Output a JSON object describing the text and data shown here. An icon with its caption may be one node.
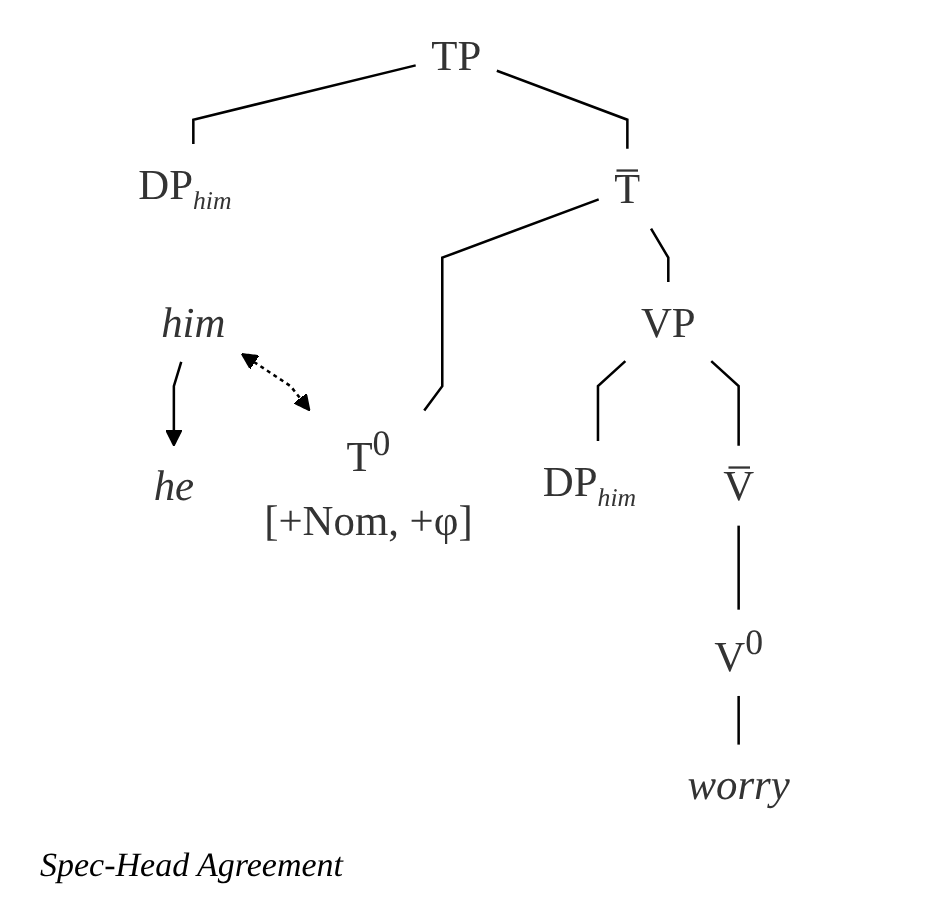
{
  "diagram": {
    "nodes": [
      {
        "text": [
          "TP"
        ]
      },
      {
        "text": [
          "DP$_{him}$"
        ]
      },
      {
        "text": [
          "T̅"
        ]
      },
      {
        "text": [
          "him"
        ]
      },
      {
        "text": [
          "he"
        ]
      },
      {
        "text": [
          "T$^{0}$",
          "[+Nom, +φ]"
        ]
      },
      {
        "text": [
          "VP"
        ]
      },
      {
        "text": [
          "DP$_{him}$"
        ]
      },
      {
        "text": [
          "V̅"
        ]
      },
      {
        "text": [
          "V$^{0}$"
        ]
      },
      {
        "text": [
          "worry"
        ]
      }
    ],
    "edges": [
      {
        "from": 0,
        "to": 1,
        "arrow": "none"
      },
      {
        "from": 0,
        "to": 2,
        "arrow": "none"
      },
      {
        "from": 3,
        "to": 4,
        "arrow": "to"
      },
      {
        "from": 2,
        "to": 5,
        "arrow": "none"
      },
      {
        "from": 2,
        "to": 6,
        "arrow": "none"
      },
      {
        "from": 6,
        "to": 7,
        "arrow": "none"
      },
      {
        "from": 6,
        "to": 8,
        "arrow": "none"
      },
      {
        "from": 8,
        "to": 9,
        "arrow": "none"
      },
      {
        "from": 9,
        "to": 10,
        "arrow": "none"
      },
      {
        "from": 3,
        "to": 5,
        "arrow": "both",
        "style": "dashed"
      }
    ],
    "labels": [
      "Spec-Head Agreement"
    ]
  }
}
